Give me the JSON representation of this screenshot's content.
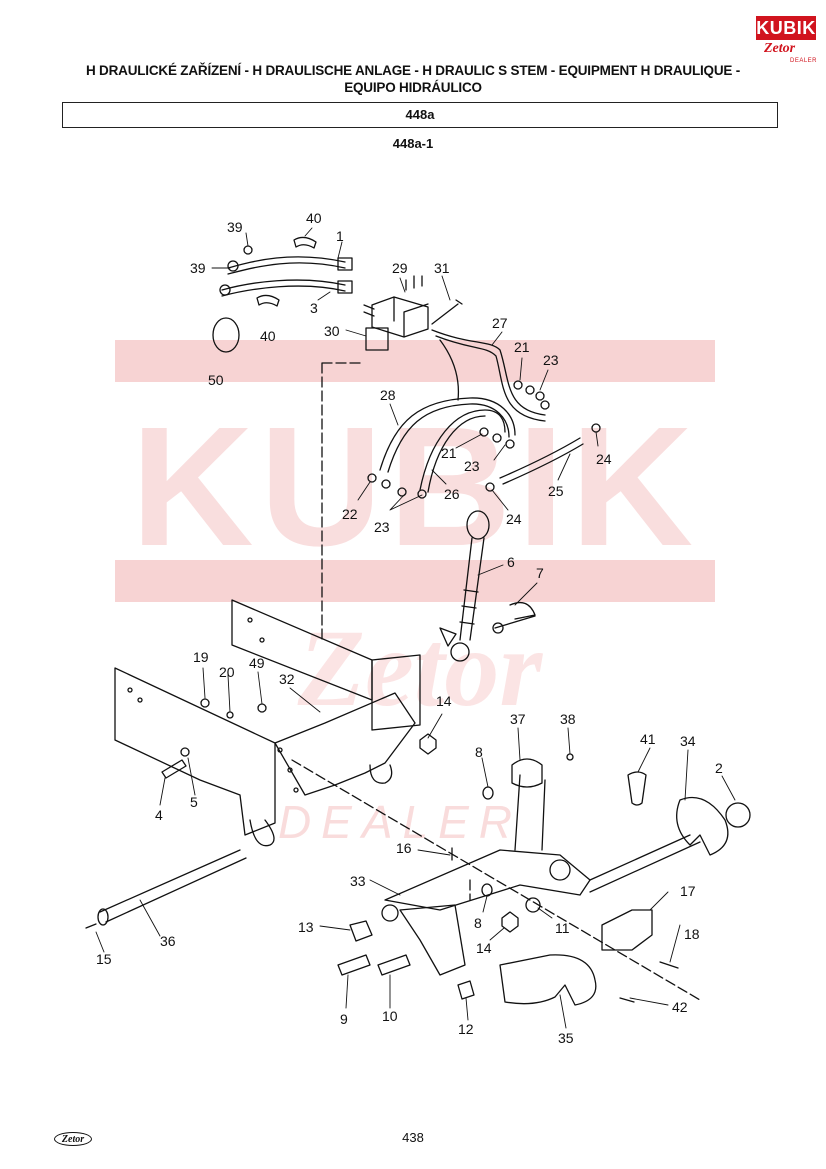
{
  "header": {
    "title_line1": "H  DRAULICKÉ ZAŘÍZENÍ - H  DRAULISCHE ANLAGE - H  DRAULIC S  STEM - EQUIPMENT H  DRAULIQUE -",
    "title_line2": "EQUIPO HIDRÁULICO",
    "section": "448a",
    "subsection": "448a-1"
  },
  "logo": {
    "main": "KUBIK",
    "brand": "Zetor",
    "sub": "DEALER"
  },
  "watermark": {
    "main": "KUBIK",
    "sub": "DEALER"
  },
  "callouts": [
    {
      "id": "c40a",
      "label": "40"
    },
    {
      "id": "c39a",
      "label": "39"
    },
    {
      "id": "c1",
      "label": "1"
    },
    {
      "id": "c39b",
      "label": "39"
    },
    {
      "id": "c29",
      "label": "29"
    },
    {
      "id": "c31",
      "label": "31"
    },
    {
      "id": "c3",
      "label": "3"
    },
    {
      "id": "c40b",
      "label": "40"
    },
    {
      "id": "c30",
      "label": "30"
    },
    {
      "id": "c27",
      "label": "27"
    },
    {
      "id": "c50",
      "label": "50"
    },
    {
      "id": "c21a",
      "label": "21"
    },
    {
      "id": "c23a",
      "label": "23"
    },
    {
      "id": "c28",
      "label": "28"
    },
    {
      "id": "c21b",
      "label": "21"
    },
    {
      "id": "c23b",
      "label": "23"
    },
    {
      "id": "c24a",
      "label": "24"
    },
    {
      "id": "c25",
      "label": "25"
    },
    {
      "id": "c22",
      "label": "22"
    },
    {
      "id": "c26",
      "label": "26"
    },
    {
      "id": "c23c",
      "label": "23"
    },
    {
      "id": "c24b",
      "label": "24"
    },
    {
      "id": "c6",
      "label": "6"
    },
    {
      "id": "c7",
      "label": "7"
    },
    {
      "id": "c19",
      "label": "19"
    },
    {
      "id": "c20",
      "label": "20"
    },
    {
      "id": "c49",
      "label": "49"
    },
    {
      "id": "c32",
      "label": "32"
    },
    {
      "id": "c14a",
      "label": "14"
    },
    {
      "id": "c37",
      "label": "37"
    },
    {
      "id": "c38",
      "label": "38"
    },
    {
      "id": "c8a",
      "label": "8"
    },
    {
      "id": "c41",
      "label": "41"
    },
    {
      "id": "c34",
      "label": "34"
    },
    {
      "id": "c2",
      "label": "2"
    },
    {
      "id": "c4",
      "label": "4"
    },
    {
      "id": "c5",
      "label": "5"
    },
    {
      "id": "c16",
      "label": "16"
    },
    {
      "id": "c33",
      "label": "33"
    },
    {
      "id": "c17",
      "label": "17"
    },
    {
      "id": "c8b",
      "label": "8"
    },
    {
      "id": "c11",
      "label": "11"
    },
    {
      "id": "c13",
      "label": "13"
    },
    {
      "id": "c14b",
      "label": "14"
    },
    {
      "id": "c18",
      "label": "18"
    },
    {
      "id": "c36",
      "label": "36"
    },
    {
      "id": "c15",
      "label": "15"
    },
    {
      "id": "c9",
      "label": "9"
    },
    {
      "id": "c10",
      "label": "10"
    },
    {
      "id": "c12",
      "label": "12"
    },
    {
      "id": "c42",
      "label": "42"
    },
    {
      "id": "c35",
      "label": "35"
    }
  ],
  "footer": {
    "brand": "Zetor",
    "page_number": "438"
  },
  "colors": {
    "watermark": "#f7d3d3",
    "logo_red": "#d1141e",
    "ink": "#111111"
  }
}
